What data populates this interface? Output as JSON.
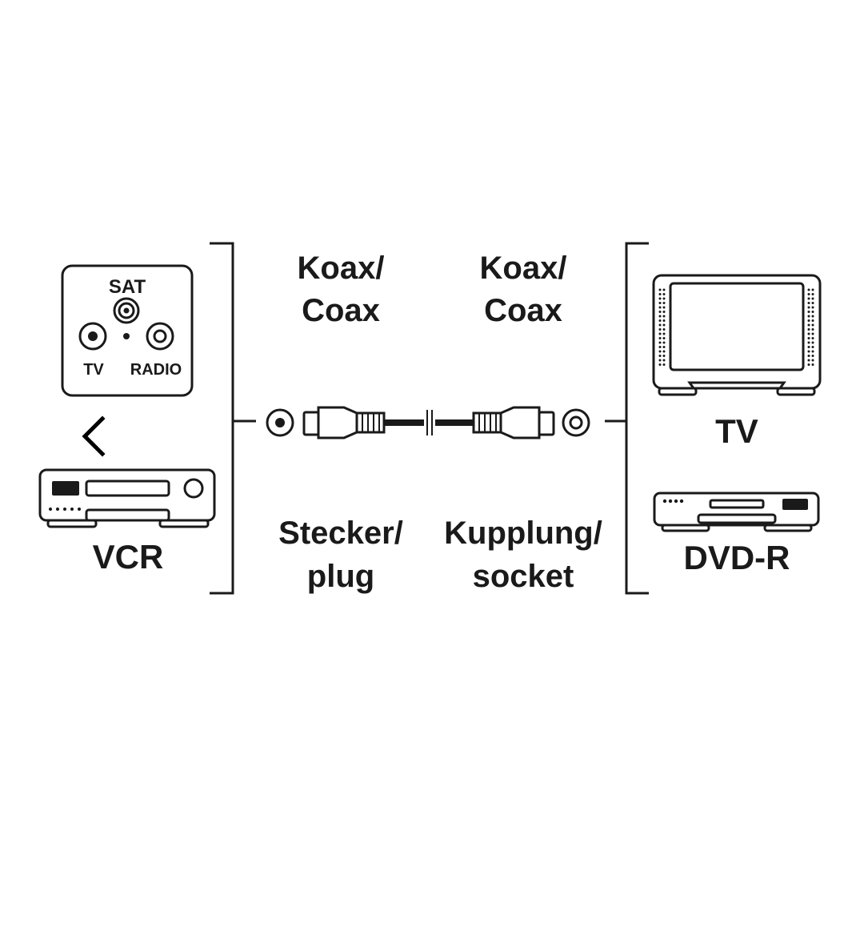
{
  "wall_plate": {
    "sat": "SAT",
    "tv": "TV",
    "radio": "RADIO"
  },
  "left_devices": {
    "vcr": "VCR"
  },
  "cable": {
    "left_connector_line1": "Koax/",
    "left_connector_line2": "Coax",
    "right_connector_line1": "Koax/",
    "right_connector_line2": "Coax",
    "left_type_line1": "Stecker/",
    "left_type_line2": "plug",
    "right_type_line1": "Kupplung/",
    "right_type_line2": "socket"
  },
  "right_devices": {
    "tv": "TV",
    "dvd": "DVD-R"
  },
  "icons": {
    "back": "chevron-left-icon"
  },
  "colors": {
    "ink": "#1a1a1a",
    "background": "#ffffff"
  }
}
